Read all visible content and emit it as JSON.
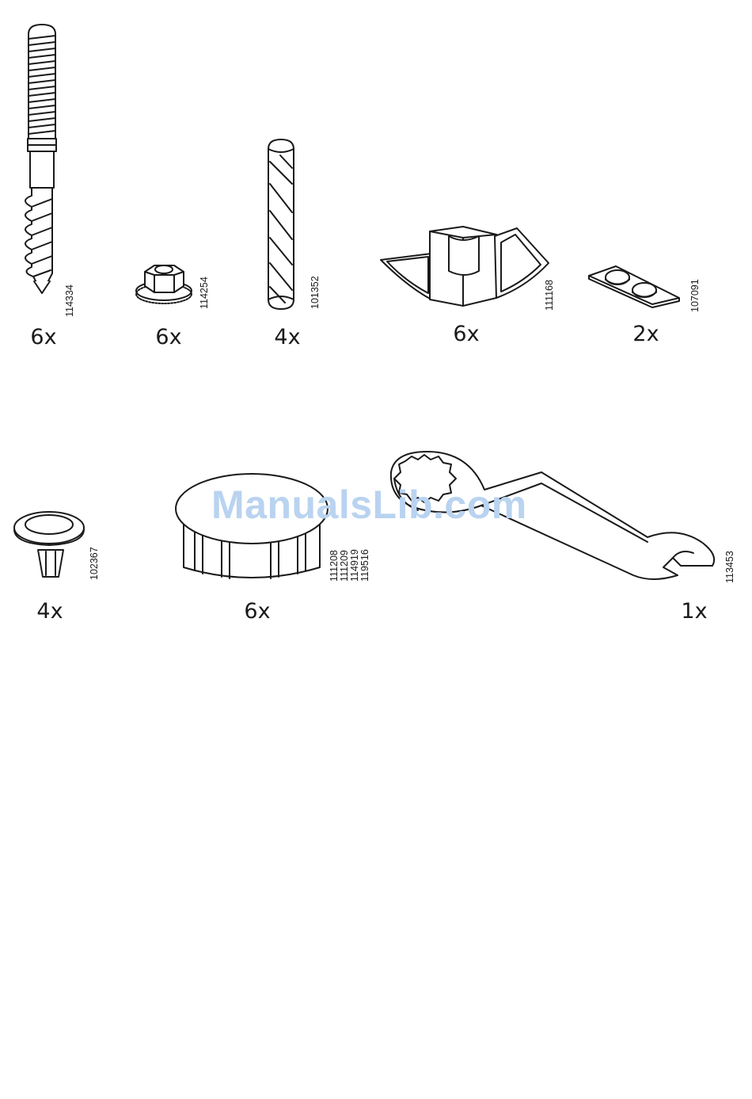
{
  "watermark": {
    "text": "ManualsLib.com",
    "color": "#b9d3f0"
  },
  "parts": {
    "screw": {
      "code": "114334",
      "qty": "6x",
      "icon": "hanger-bolt-icon"
    },
    "flange_nut": {
      "code": "114254",
      "qty": "6x",
      "icon": "flange-nut-icon"
    },
    "dowel": {
      "code": "101352",
      "qty": "4x",
      "icon": "wooden-dowel-icon"
    },
    "bracket": {
      "code": "111168",
      "qty": "6x",
      "icon": "shelf-bracket-icon"
    },
    "pads": {
      "code": "107091",
      "qty": "2x",
      "icon": "adhesive-pads-icon"
    },
    "push_button": {
      "code": "102367",
      "qty": "4x",
      "icon": "push-cap-icon"
    },
    "cover_cap": {
      "codes": [
        "111208",
        "111209",
        "114919",
        "119516"
      ],
      "qty": "6x",
      "icon": "cover-cap-icon"
    },
    "wrench": {
      "code": "113453",
      "qty": "1x",
      "icon": "wrench-icon"
    }
  }
}
